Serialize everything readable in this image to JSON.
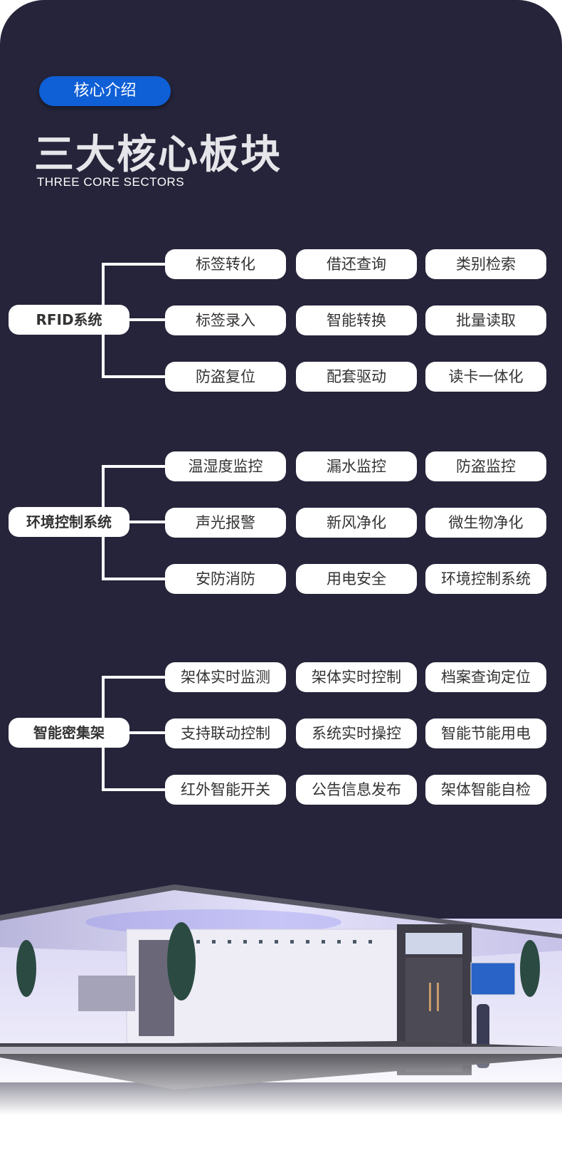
{
  "header": {
    "badge": "核心介绍",
    "title": "三大核心板块",
    "subtitle": "THREE CORE SECTORS"
  },
  "sections": [
    {
      "name": "RFID系统",
      "items": [
        "标签转化",
        "借还查询",
        "类别检索",
        "标签录入",
        "智能转换",
        "批量读取",
        "防盗复位",
        "配套驱动",
        "读卡一体化"
      ]
    },
    {
      "name": "环境控制系统",
      "items": [
        "温湿度监控",
        "漏水监控",
        "防盗监控",
        "声光报警",
        "新风净化",
        "微生物净化",
        "安防消防",
        "用电安全",
        "环境控制系统"
      ]
    },
    {
      "name": "智能密集架",
      "items": [
        "架体实时监测",
        "架体实时控制",
        "档案查询定位",
        "支持联动控制",
        "系统实时操控",
        "智能节能用电",
        "红外智能开关",
        "公告信息发布",
        "架体智能自检"
      ]
    }
  ],
  "colors": {
    "background": "#25243a",
    "badge": "#0f5fd6",
    "pill": "#ffffff"
  }
}
